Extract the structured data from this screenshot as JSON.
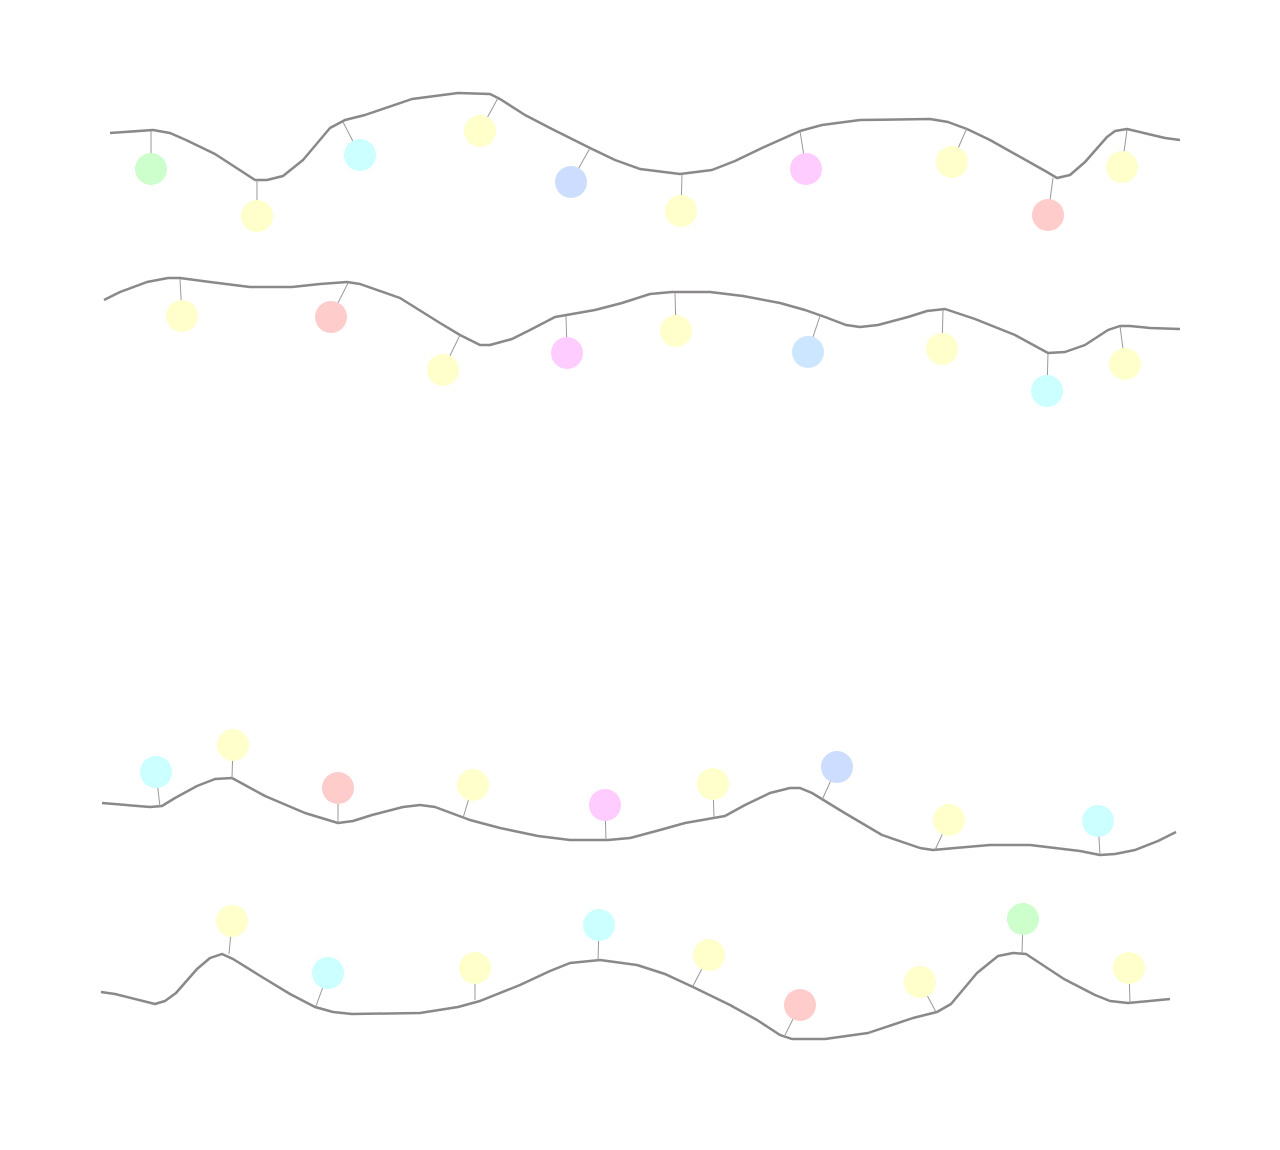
{
  "wire_color": "#8a8888",
  "palette": {
    "green": "#ccffcc",
    "yellow": "#ffffcc",
    "cyan": "#ccffff",
    "blue": "#ccddff",
    "light-blue": "#cce6ff",
    "pink": "#ffccff",
    "red": "#ffcccc"
  },
  "strings": [
    {
      "bulbs": [
        "green",
        "yellow",
        "cyan",
        "yellow",
        "blue",
        "yellow",
        "pink",
        "yellow",
        "red",
        "yellow"
      ]
    },
    {
      "bulbs": [
        "yellow",
        "red",
        "yellow",
        "pink",
        "yellow",
        "light-blue",
        "yellow",
        "cyan",
        "yellow"
      ]
    },
    {
      "bulbs": [
        "cyan",
        "yellow",
        "red",
        "yellow",
        "pink",
        "yellow",
        "blue",
        "yellow",
        "cyan"
      ]
    },
    {
      "bulbs": [
        "yellow",
        "cyan",
        "yellow",
        "cyan",
        "yellow",
        "red",
        "yellow",
        "green",
        "yellow"
      ]
    }
  ]
}
